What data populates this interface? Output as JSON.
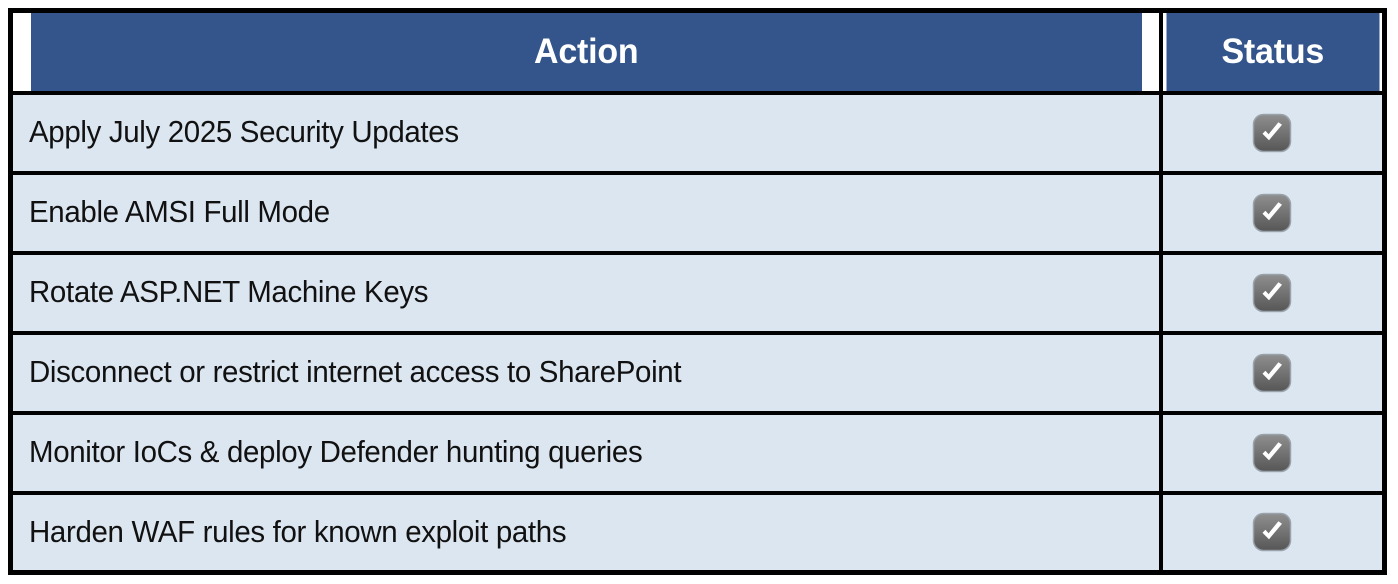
{
  "table": {
    "columns": [
      {
        "key": "action",
        "label": "Action"
      },
      {
        "key": "status",
        "label": "Status"
      }
    ],
    "header": {
      "action_label": "Action",
      "status_label": "Status"
    },
    "rows": [
      {
        "action": "Apply July 2025 Security Updates",
        "status_icon": "checked-checkbox-icon",
        "status_state": "checked"
      },
      {
        "action": "Enable AMSI Full Mode",
        "status_icon": "checked-checkbox-icon",
        "status_state": "checked"
      },
      {
        "action": "Rotate ASP.NET Machine Keys",
        "status_icon": "checked-checkbox-icon",
        "status_state": "checked"
      },
      {
        "action": "Disconnect or restrict internet access to SharePoint",
        "status_icon": "checked-checkbox-icon",
        "status_state": "checked"
      },
      {
        "action": "Monitor IoCs & deploy Defender hunting queries",
        "status_icon": "checked-checkbox-icon",
        "status_state": "checked"
      },
      {
        "action": "Harden WAF rules for known exploit paths",
        "status_icon": "checked-checkbox-icon",
        "status_state": "checked"
      }
    ]
  },
  "colors": {
    "header_background": "#34558b",
    "header_text": "#ffffff",
    "row_background": "#dce6f1",
    "row_text": "#111111",
    "border": "#000000",
    "check_icon_fill_top": "#8c8c8c",
    "check_icon_fill_bottom": "#5e5e5e",
    "check_mark": "#ffffff"
  }
}
